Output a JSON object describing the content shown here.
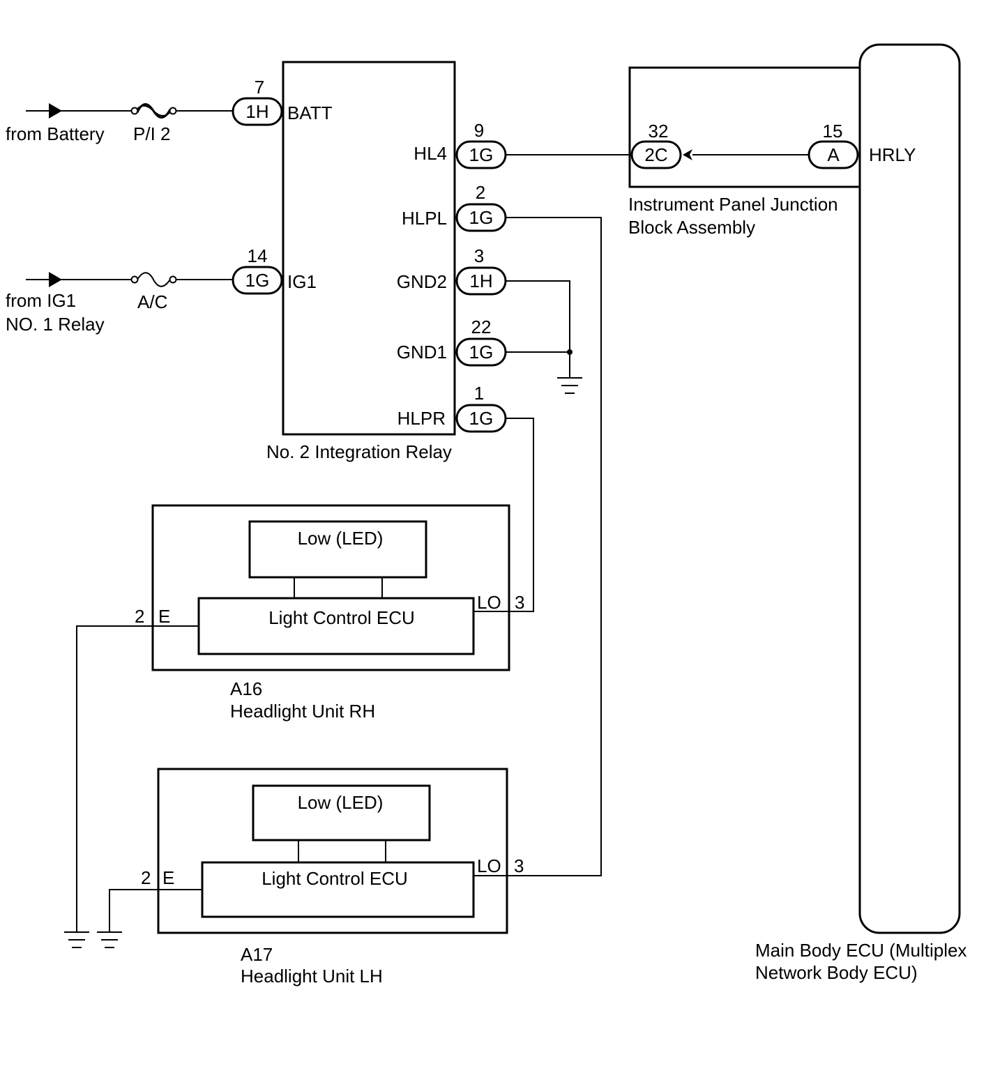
{
  "sources": {
    "battery": "from Battery",
    "ig1_line1": "from IG1",
    "ig1_line2": "NO. 1 Relay"
  },
  "fuses": {
    "pi2": "P/I 2",
    "ac": "A/C"
  },
  "relay": {
    "label": "No. 2 Integration Relay",
    "pins": {
      "batt": {
        "name": "BATT",
        "connector": "1H",
        "number": "7"
      },
      "ig1": {
        "name": "IG1",
        "connector": "1G",
        "number": "14"
      },
      "hl4": {
        "name": "HL4",
        "connector": "1G",
        "number": "9"
      },
      "hlpl": {
        "name": "HLPL",
        "connector": "1G",
        "number": "2"
      },
      "gnd2": {
        "name": "GND2",
        "connector": "1H",
        "number": "3"
      },
      "gnd1": {
        "name": "GND1",
        "connector": "1G",
        "number": "22"
      },
      "hlpr": {
        "name": "HLPR",
        "connector": "1G",
        "number": "1"
      }
    }
  },
  "junction_block": {
    "label_line1": "Instrument Panel Junction",
    "label_line2": "Block Assembly",
    "connector": "2C",
    "number": "32"
  },
  "main_body_ecu": {
    "label_line1": "Main Body ECU (Multiplex",
    "label_line2": "Network Body ECU)",
    "connector": "A",
    "number": "15",
    "pin_name": "HRLY"
  },
  "headlight_rh": {
    "code": "A16",
    "name": "Headlight Unit RH",
    "low_label": "Low (LED)",
    "ecu_label": "Light Control ECU",
    "lo_pin": "LO",
    "lo_number": "3",
    "e_pin": "E",
    "e_number": "2"
  },
  "headlight_lh": {
    "code": "A17",
    "name": "Headlight Unit LH",
    "low_label": "Low (LED)",
    "ecu_label": "Light Control ECU",
    "lo_pin": "LO",
    "lo_number": "3",
    "e_pin": "E",
    "e_number": "2"
  }
}
